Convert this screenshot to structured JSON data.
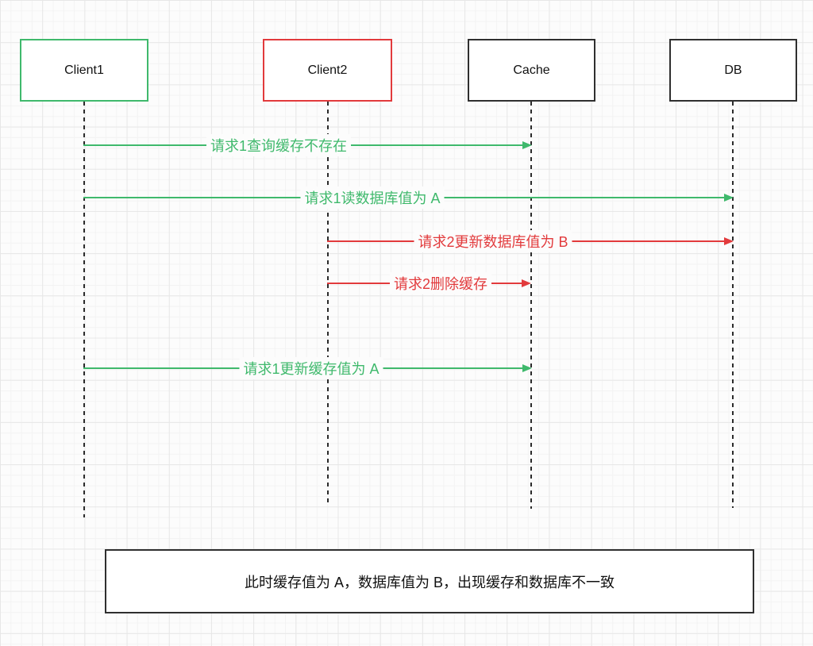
{
  "diagram": {
    "title": "cache-db-inconsistency-sequence",
    "colors": {
      "green": "#3fb96c",
      "red": "#e23a3c",
      "dark": "#2f2f2f",
      "background": "#fcfcfc"
    },
    "actors": [
      {
        "label": "Client1",
        "border_color": "#3fb96c"
      },
      {
        "label": "Client2",
        "border_color": "#e23a3c"
      },
      {
        "label": "Cache",
        "border_color": "#2f2f2f"
      },
      {
        "label": "DB",
        "border_color": "#2f2f2f"
      }
    ],
    "messages": [
      {
        "from": "Client1",
        "to": "Cache",
        "color": "#3fb96c",
        "label": "请求1查询缓存不存在"
      },
      {
        "from": "Client1",
        "to": "DB",
        "color": "#3fb96c",
        "label": "请求1读数据库值为 A"
      },
      {
        "from": "Client2",
        "to": "DB",
        "color": "#e23a3c",
        "label": "请求2更新数据库值为 B"
      },
      {
        "from": "Client2",
        "to": "Cache",
        "color": "#e23a3c",
        "label": "请求2删除缓存"
      },
      {
        "from": "Client1",
        "to": "Cache",
        "color": "#3fb96c",
        "label": "请求1更新缓存值为 A"
      }
    ],
    "note": "此时缓存值为 A，数据库值为 B，出现缓存和数据库不一致"
  }
}
